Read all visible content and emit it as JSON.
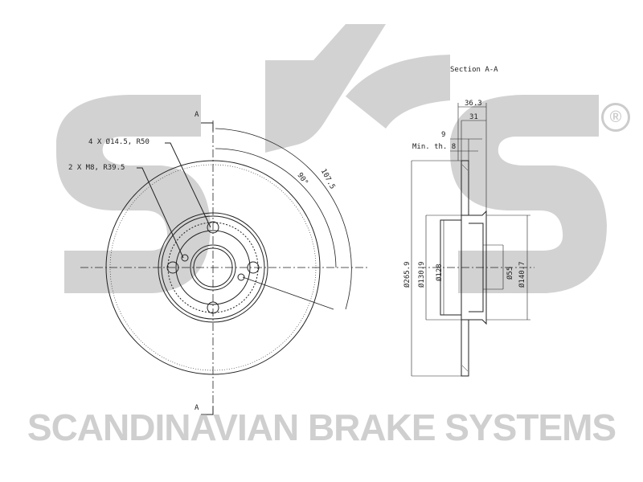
{
  "watermark": {
    "company": "SCANDINAVIAN BRAKE SYSTEMS",
    "registered_mark": "®"
  },
  "section_title": "Section A-A",
  "section_markers": [
    "A",
    "A"
  ],
  "front_view": {
    "bolt_holes_label": "4 X Ø14.5, R50",
    "threads_label": "2 X M8, R39.5",
    "angle_90": "90°",
    "dim_107_5": "107.5"
  },
  "side_view": {
    "thickness_total": "36.3",
    "hat_depth": "31",
    "disc_thickness": "9",
    "min_thickness": "Min. th. 8",
    "dia_outer": "Ø265.9",
    "dia_hat_outer": "Ø130.9",
    "dia_hat_inner": "Ø128",
    "dia_center": "Ø55",
    "dia_pcd": "Ø140.7"
  },
  "colors": {
    "line": "#222222",
    "watermark": "#cccccc"
  }
}
